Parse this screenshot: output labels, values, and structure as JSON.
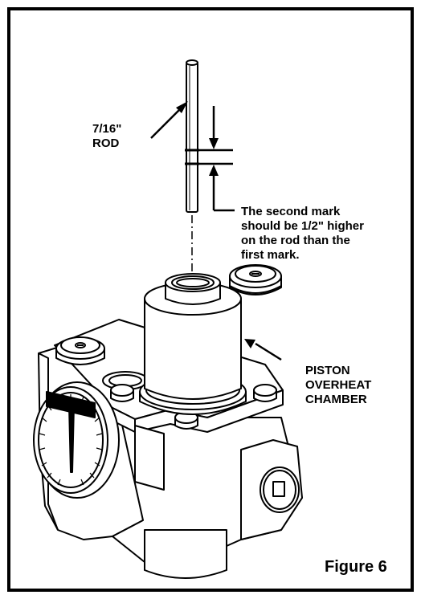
{
  "labels": {
    "rod_line1": "7/16\"",
    "rod_line2": "ROD",
    "note_line1": "The second mark",
    "note_line2": "should be 1/2\" higher",
    "note_line3": "on the rod than the",
    "note_line4": "first mark.",
    "chamber_line1": "PISTON",
    "chamber_line2": "OVERHEAT",
    "chamber_line3": "CHAMBER"
  },
  "caption": "Figure 6"
}
